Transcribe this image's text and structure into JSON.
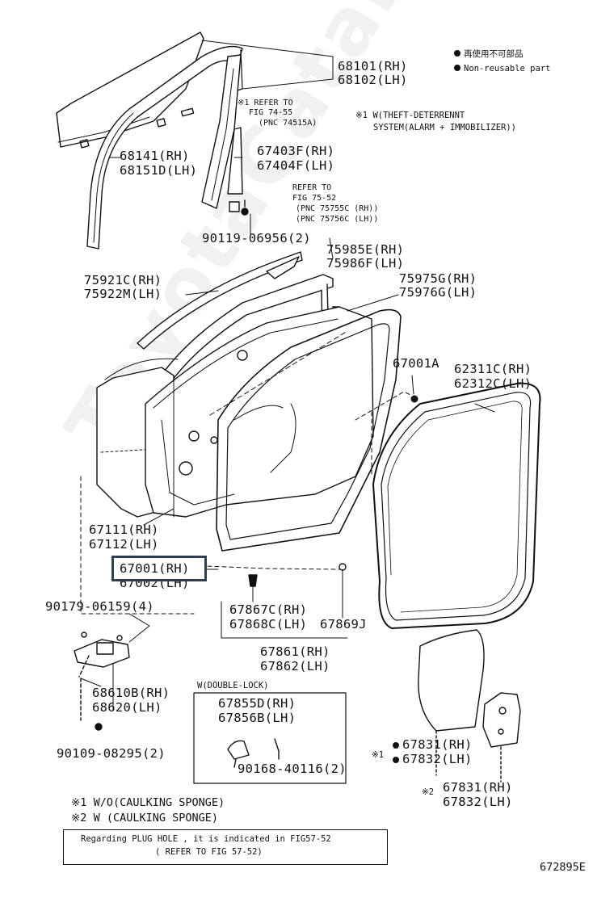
{
  "watermark": "ToyotaCatalog.ru",
  "legend": {
    "jp": "再使用不可部品",
    "en": "Non-reusable part"
  },
  "notes": {
    "ref_74_55_l1": "※1 REFER TO",
    "ref_74_55_l2": "FIG 74-55",
    "ref_74_55_l3": "(PNC 74515A)",
    "theft_l1": "※1 W(THEFT-DETERRENNT",
    "theft_l2": "SYSTEM(ALARM + IMMOBILIZER))",
    "ref_75_52_l1": "REFER TO",
    "ref_75_52_l2": "FIG 75-52",
    "ref_75_52_l3": "(PNC 75755C (RH))",
    "ref_75_52_l4": "(PNC 75756C (LH))",
    "double_lock": "W(DOUBLE-LOCK)",
    "caulk1": "※1 W/O(CAULKING SPONGE)",
    "caulk2": "※2 W (CAULKING SPONGE)",
    "plug_l1": "Regarding PLUG HOLE , it is indicated in FIG57-52",
    "plug_l2": "( REFER TO FIG 57-52)",
    "mark1": "※1",
    "mark2": "※2",
    "fig_code": "672895E"
  },
  "parts": {
    "p68101": "68101(RH)",
    "p68102": "68102(LH)",
    "p68141": "68141(RH)",
    "p68151": "68151D(LH)",
    "p67403": "67403F(RH)",
    "p67404": "67404F(LH)",
    "p90119": "90119-06956(2)",
    "p75985": "75985E(RH)",
    "p75986": "75986F(LH)",
    "p75921": "75921C(RH)",
    "p75922": "75922M(LH)",
    "p75975": "75975G(RH)",
    "p75976": "75976G(LH)",
    "p67001a": "67001A",
    "p62311": "62311C(RH)",
    "p62312": "62312C(LH)",
    "p67111": "67111(RH)",
    "p67112": "67112(LH)",
    "p67001": "67001(RH)",
    "p67002": "67002(LH)",
    "p90179": "90179-06159(4)",
    "p67867": "67867C(RH)",
    "p67868": "67868C(LH)",
    "p67869": "67869J",
    "p67861": "67861(RH)",
    "p67862": "67862(LH)",
    "p68610": "68610B(RH)",
    "p68620": "68620(LH)",
    "p67855": "67855D(RH)",
    "p67856": "67856B(LH)",
    "p90168": "90168-40116(2)",
    "p90109": "90109-08295(2)",
    "p67831a": "67831(RH)",
    "p67832a": "67832(LH)",
    "p67831b": "67831(RH)",
    "p67832b": "67832(LH)"
  }
}
